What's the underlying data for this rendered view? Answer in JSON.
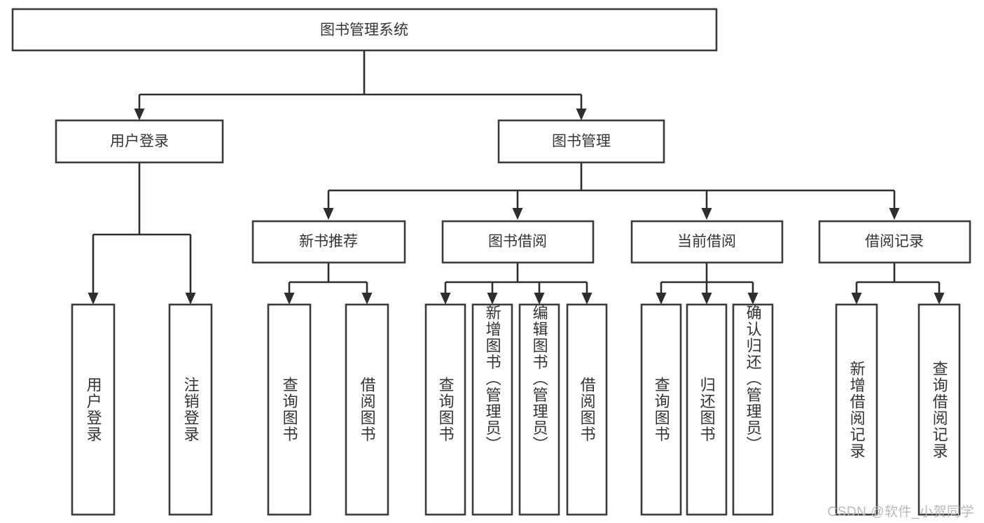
{
  "diagram": {
    "type": "tree",
    "title": "图书管理系统",
    "root": {
      "id": "root",
      "label": "图书管理系统",
      "orientation": "horizontal"
    },
    "level1": [
      {
        "id": "user-login",
        "label": "用户登录",
        "orientation": "horizontal"
      },
      {
        "id": "book-manage",
        "label": "图书管理",
        "orientation": "horizontal"
      }
    ],
    "level2": [
      {
        "id": "new-book-recommend",
        "label": "新书推荐",
        "parent": "book-manage",
        "orientation": "horizontal"
      },
      {
        "id": "book-borrow",
        "label": "图书借阅",
        "parent": "book-manage",
        "orientation": "horizontal"
      },
      {
        "id": "current-borrow",
        "label": "当前借阅",
        "parent": "book-manage",
        "orientation": "horizontal"
      },
      {
        "id": "borrow-record",
        "label": "借阅记录",
        "parent": "book-manage",
        "orientation": "horizontal"
      }
    ],
    "leaves": [
      {
        "id": "leaf-user-login",
        "label": "用户登录",
        "parent": "user-login",
        "orientation": "vertical"
      },
      {
        "id": "leaf-user-logout",
        "label": "注销登录",
        "parent": "user-login",
        "orientation": "vertical"
      },
      {
        "id": "leaf-query-book-1",
        "label": "查询图书",
        "parent": "new-book-recommend",
        "orientation": "vertical"
      },
      {
        "id": "leaf-borrow-book-1",
        "label": "借阅图书",
        "parent": "new-book-recommend",
        "orientation": "vertical"
      },
      {
        "id": "leaf-query-book-2",
        "label": "查询图书",
        "parent": "book-borrow",
        "orientation": "vertical"
      },
      {
        "id": "leaf-add-book",
        "label": "新增图书（管理员）",
        "parent": "book-borrow",
        "orientation": "vertical"
      },
      {
        "id": "leaf-edit-book",
        "label": "编辑图书（管理员）",
        "parent": "book-borrow",
        "orientation": "vertical"
      },
      {
        "id": "leaf-borrow-book-2",
        "label": "借阅图书",
        "parent": "book-borrow",
        "orientation": "vertical"
      },
      {
        "id": "leaf-query-book-3",
        "label": "查询图书",
        "parent": "current-borrow",
        "orientation": "vertical"
      },
      {
        "id": "leaf-return-book",
        "label": "归还图书",
        "parent": "current-borrow",
        "orientation": "vertical"
      },
      {
        "id": "leaf-confirm-return",
        "label": "确认归还（管理员）",
        "parent": "current-borrow",
        "orientation": "vertical"
      },
      {
        "id": "leaf-add-record",
        "label": "新增借阅记录",
        "parent": "borrow-record",
        "orientation": "vertical"
      },
      {
        "id": "leaf-query-record",
        "label": "查询借阅记录",
        "parent": "borrow-record",
        "orientation": "vertical"
      }
    ],
    "colors": {
      "box_stroke": "#3b3b3b",
      "box_fill": "#ffffff",
      "line": "#2e2e2e",
      "text": "#343434",
      "background": "#ffffff",
      "watermark": "#b9b9b9"
    }
  },
  "watermark": {
    "text": "CSDN @软件_小贺同学"
  }
}
